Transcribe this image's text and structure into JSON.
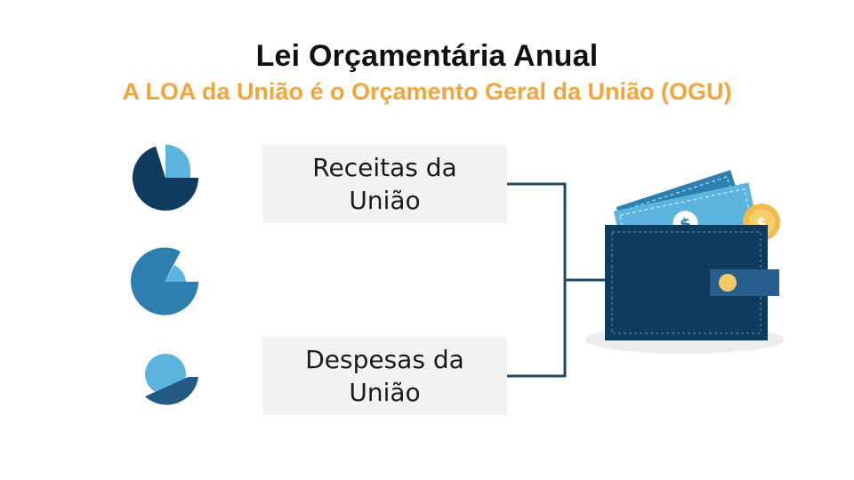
{
  "title": "Lei Orçamentária Anual",
  "subtitle": "A LOA da União é o Orçamento Geral da União (OGU)",
  "boxes": [
    {
      "label": "Receitas da\nUnião"
    },
    {
      "label": "Despesas da\nUnião"
    }
  ],
  "icons": {
    "pie_charts": [
      "pie-chart-icon",
      "pie-chart-icon",
      "pie-chart-icon"
    ],
    "wallet": "wallet-icon",
    "banknote": "banknote-icon",
    "coin": "coin-icon"
  },
  "colors": {
    "title": "#111111",
    "subtitle": "#F2A53A",
    "box_bg": "#F2F2F2",
    "connector": "#1E4A66",
    "navy": "#0F3B5F",
    "blue": "#2D7FB0",
    "light_blue": "#5BB3DE",
    "coin": "#F5B84A"
  }
}
